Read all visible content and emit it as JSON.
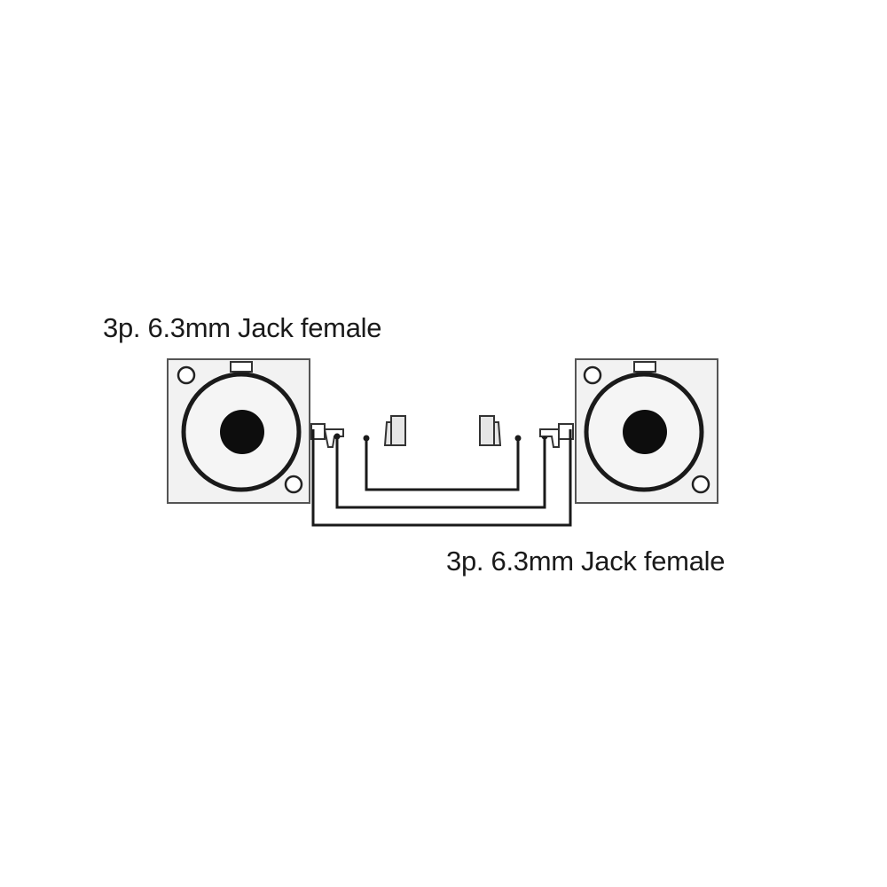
{
  "connectors": {
    "left": {
      "label": "3p. 6.3mm Jack female"
    },
    "right": {
      "label": "3p. 6.3mm Jack female"
    }
  },
  "wires": {
    "count": 3
  },
  "colors": {
    "panel_fill": "#f2f2f2",
    "panel_stroke": "#555555",
    "ring": "#1a1a1a",
    "hole": "#0d0d0d",
    "wire": "#1a1a1a",
    "text": "#1a1a1a"
  }
}
